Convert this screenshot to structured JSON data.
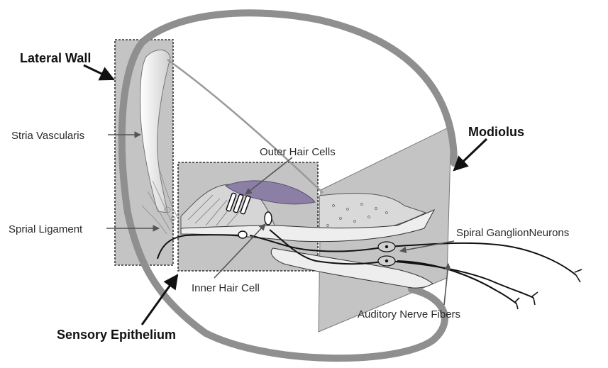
{
  "labels": {
    "lateral_wall": "Lateral Wall",
    "stria_vascularis": "Stria  Vascularis",
    "sprial_ligament": "Sprial Ligament",
    "outer_hair_cells": "Outer Hair Cells",
    "modiolus": "Modiolus",
    "spiral_ganglion_neurons": "Spiral GanglionNeurons",
    "inner_hair_cell": "Inner Hair Cell",
    "auditory_nerve_fibers": "Auditory Nerve Fibers",
    "sensory_epithelium": "Sensory Epithelium"
  },
  "colors": {
    "panel_fill": "#c4c4c4",
    "outline_ring": "#8f8f8f",
    "arrow": "#111111",
    "pointer": "#555555",
    "hair_cell_bundle": "#8c7fa6",
    "bone_fill": "#eeeeee"
  }
}
